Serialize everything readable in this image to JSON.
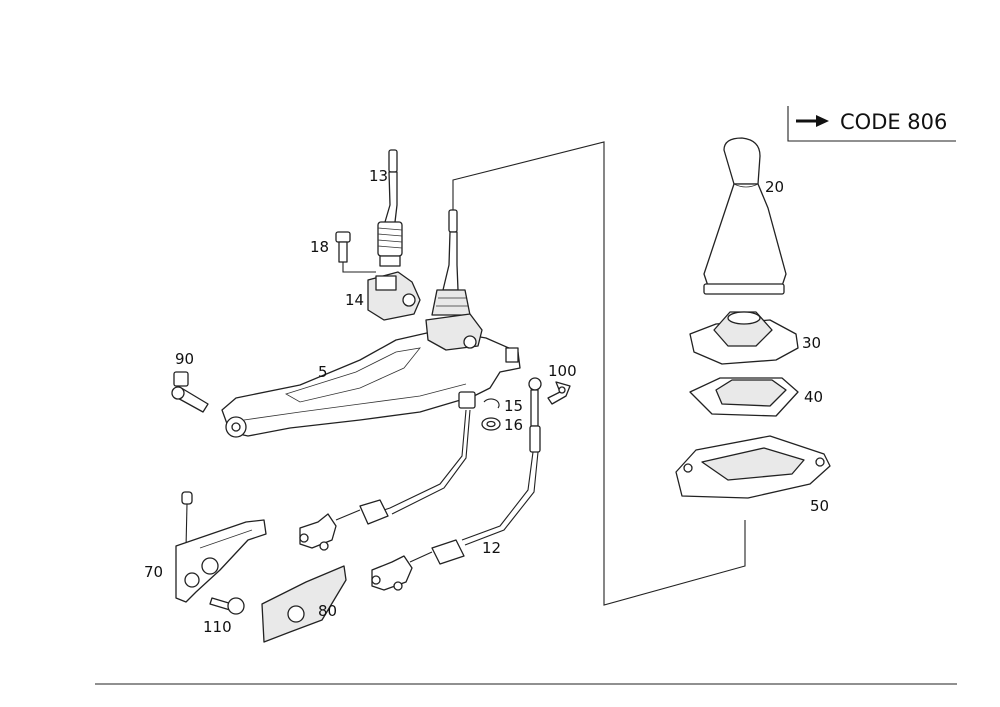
{
  "code_box": {
    "text": "CODE 806"
  },
  "labels": {
    "p5": "5",
    "p12": "12",
    "p13": "13",
    "p14": "14",
    "p15": "15",
    "p16": "16",
    "p18": "18",
    "p20": "20",
    "p30": "30",
    "p40": "40",
    "p50": "50",
    "p70": "70",
    "p80": "80",
    "p90": "90",
    "p100": "100",
    "p110": "110"
  }
}
